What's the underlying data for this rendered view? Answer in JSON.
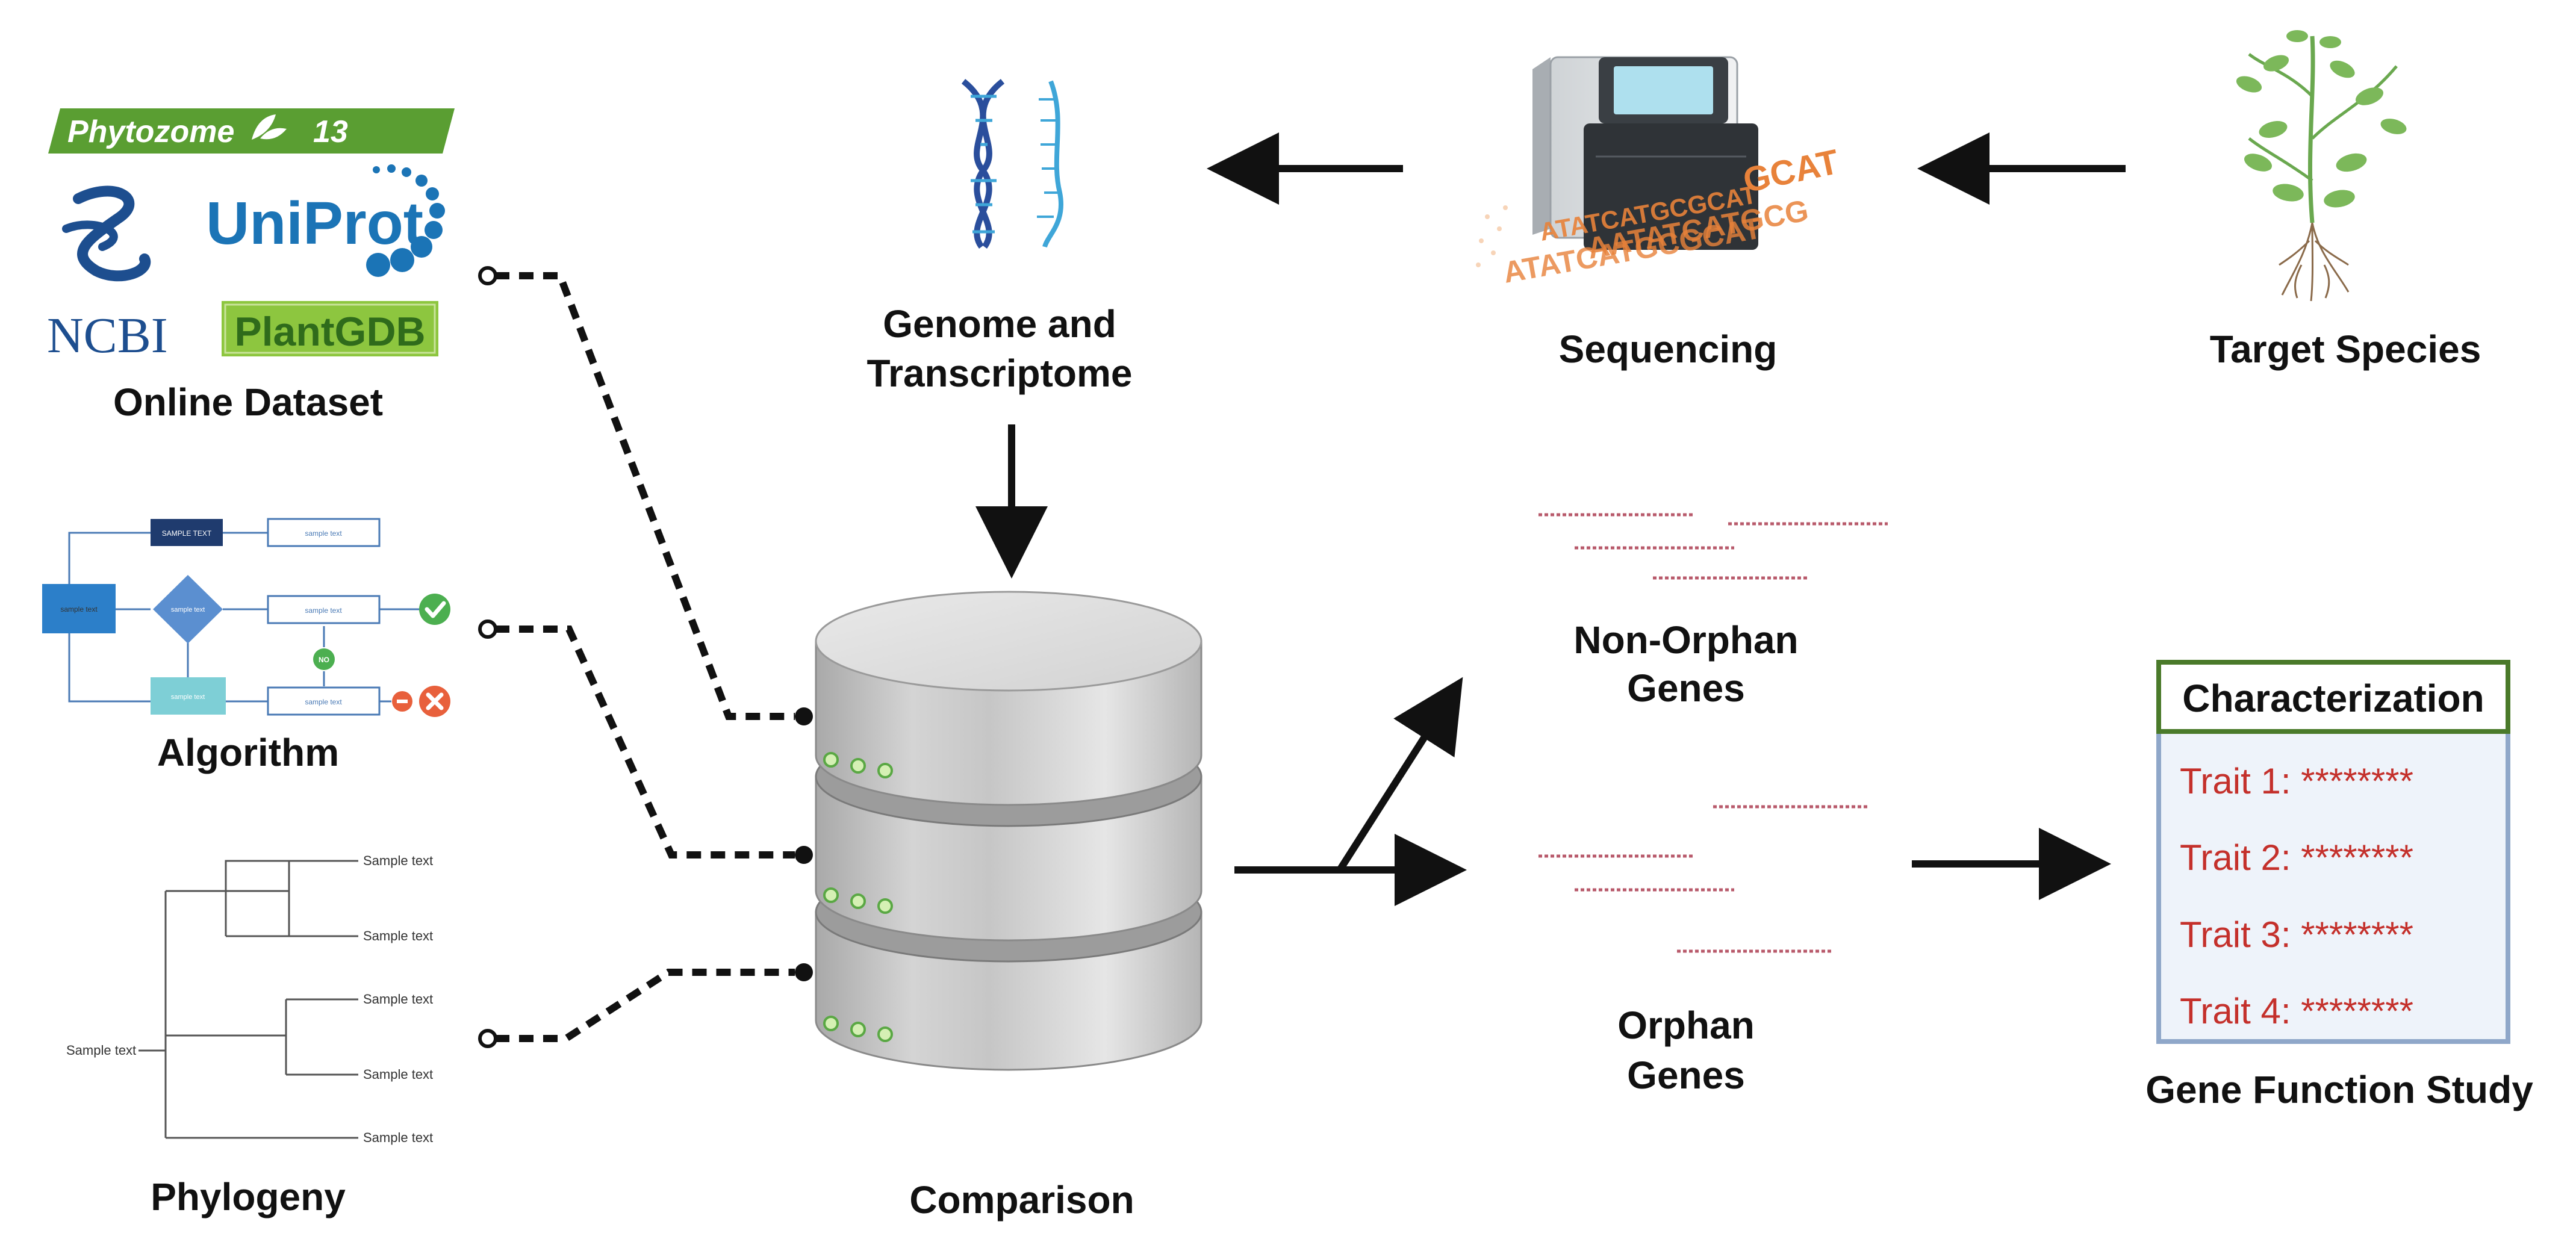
{
  "logos": {
    "phytozome": "Phytozome",
    "phytozome_version": "13",
    "uniprot": "UniProt",
    "ncbi": "NCBI",
    "plantgdb": "PlantGDB"
  },
  "labels": {
    "online_dataset": "Online Dataset",
    "algorithm": "Algorithm",
    "phylogeny": "Phylogeny",
    "genome_line1": "Genome and",
    "genome_line2": "Transcriptome",
    "sequencing": "Sequencing",
    "target_species": "Target Species",
    "comparison": "Comparison",
    "non_orphan_line1": "Non-Orphan",
    "non_orphan_line2": "Genes",
    "orphan_line1": "Orphan",
    "orphan_line2": "Genes",
    "gene_function_study": "Gene Function Study"
  },
  "flowchart": {
    "top_box": "SAMPLE TEXT",
    "sample": "sample text",
    "no": "NO"
  },
  "phylogeny_tree": {
    "root": "Sample text",
    "leaves": [
      "Sample text",
      "Sample text",
      "Sample text",
      "Sample text",
      "Sample text"
    ]
  },
  "sequencing_letters": [
    "GCAT",
    "ATATCATGCGCAT",
    "AATATCATGCG",
    "ATATCATGCGCAT"
  ],
  "characterization": {
    "title": "Characterization",
    "traits": [
      "Trait 1: ********",
      "Trait 2: ********",
      "Trait 3: ********",
      "Trait 4: ********"
    ]
  },
  "colors": {
    "phytozome_green": "#5a9e32",
    "uniprot_blue": "#1b74b6",
    "ncbi_blue": "#1d4e8f",
    "plantgdb_bg": "#8dc63f",
    "box_border": "#4a7a2a",
    "box_fill": "#eef3fa",
    "trait_red": "#c4302b"
  }
}
